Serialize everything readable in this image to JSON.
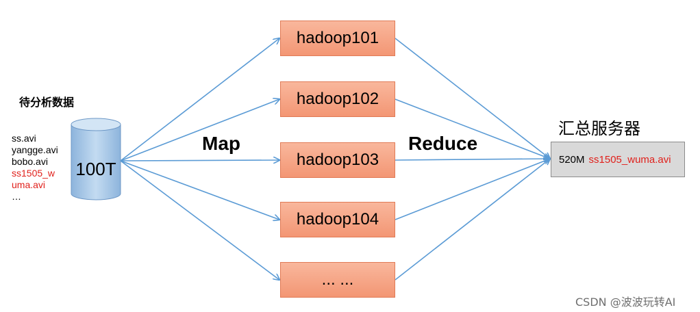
{
  "source": {
    "title": "待分析数据",
    "files": [
      {
        "text": "ss.avi",
        "color": "#000000"
      },
      {
        "text": "yangge.avi",
        "color": "#000000"
      },
      {
        "text": "bobo.avi",
        "color": "#000000"
      },
      {
        "text": "ss1505_w",
        "color": "#e0201b"
      },
      {
        "text": "uma.avi",
        "color": "#e0201b"
      },
      {
        "text": "…",
        "color": "#000000"
      }
    ],
    "storage_label": "100T"
  },
  "phases": {
    "map": "Map",
    "reduce": "Reduce"
  },
  "nodes": [
    "hadoop101",
    "hadoop102",
    "hadoop103",
    "hadoop104",
    "... ..."
  ],
  "server": {
    "title": "汇总服务器",
    "size": "520M",
    "file": "ss1505_wuma.avi"
  },
  "watermark": "CSDN @波波玩转AI",
  "colors": {
    "arrow": "#5b9bd5",
    "node_fill": "#f4a27f",
    "cylinder": "#9cc2e5",
    "highlight": "#e0201b"
  }
}
